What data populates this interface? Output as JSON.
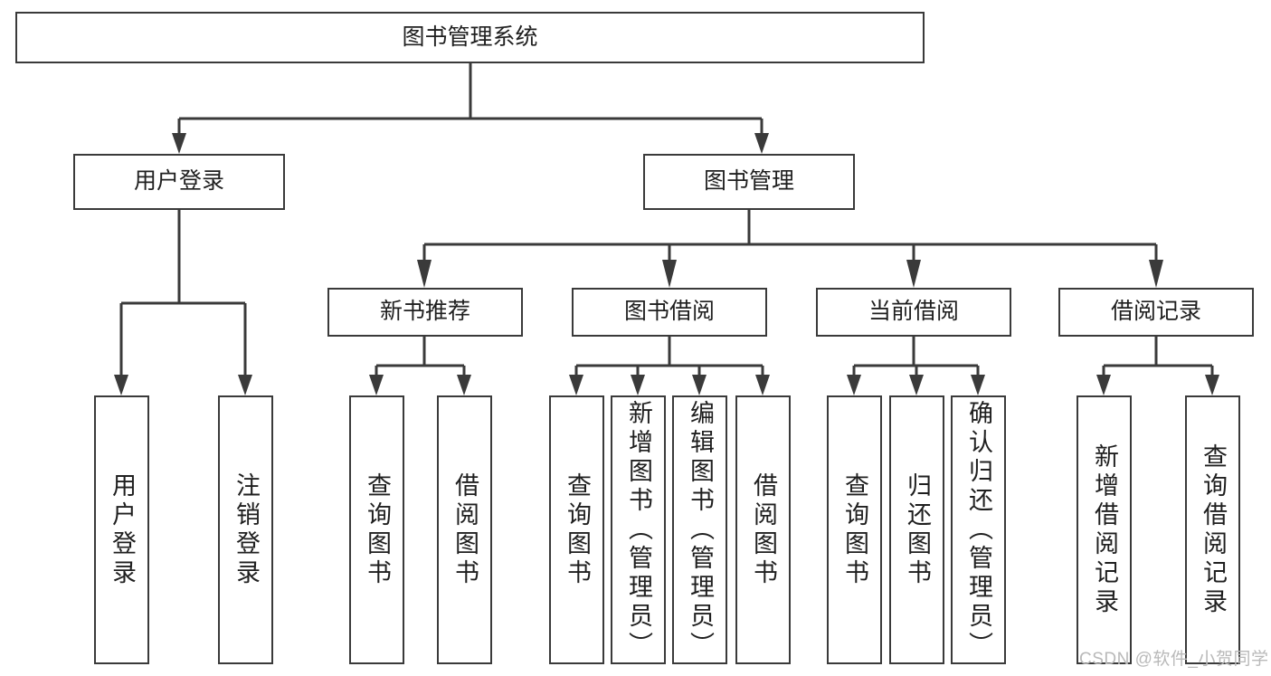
{
  "diagram": {
    "type": "tree-hierarchy",
    "title": "图书管理系统",
    "orientation": "top-down",
    "colors": {
      "box_border": "#3a3a3a",
      "box_fill": "#ffffff",
      "connector": "#3a3a3a",
      "text": "#1f1f1f",
      "watermark": "#b9b9b9"
    },
    "root": {
      "id": "root",
      "label": "图书管理系统"
    },
    "level1": [
      {
        "id": "user-login",
        "label": "用户登录"
      },
      {
        "id": "book-manage",
        "label": "图书管理"
      }
    ],
    "level2": [
      {
        "id": "new-book-rec",
        "label": "新书推荐",
        "parent": "book-manage"
      },
      {
        "id": "book-borrow",
        "label": "图书借阅",
        "parent": "book-manage"
      },
      {
        "id": "current-borrow",
        "label": "当前借阅",
        "parent": "book-manage"
      },
      {
        "id": "borrow-record",
        "label": "借阅记录",
        "parent": "book-manage"
      }
    ],
    "leaves": [
      {
        "id": "leaf-user-login",
        "label": "用户登录",
        "parent": "user-login"
      },
      {
        "id": "leaf-logout",
        "label": "注销登录",
        "parent": "user-login"
      },
      {
        "id": "leaf-query-book-1",
        "label": "查询图书",
        "parent": "new-book-rec"
      },
      {
        "id": "leaf-borrow-book-1",
        "label": "借阅图书",
        "parent": "new-book-rec"
      },
      {
        "id": "leaf-query-book-2",
        "label": "查询图书",
        "parent": "book-borrow"
      },
      {
        "id": "leaf-add-book",
        "label": "新增图书（管理员）",
        "parent": "book-borrow"
      },
      {
        "id": "leaf-edit-book",
        "label": "编辑图书（管理员）",
        "parent": "book-borrow"
      },
      {
        "id": "leaf-borrow-book-2",
        "label": "借阅图书",
        "parent": "book-borrow"
      },
      {
        "id": "leaf-query-book-3",
        "label": "查询图书",
        "parent": "current-borrow"
      },
      {
        "id": "leaf-return-book",
        "label": "归还图书",
        "parent": "current-borrow"
      },
      {
        "id": "leaf-confirm-return",
        "label": "确认归还（管理员）",
        "parent": "current-borrow"
      },
      {
        "id": "leaf-add-record",
        "label": "新增借阅记录",
        "parent": "borrow-record"
      },
      {
        "id": "leaf-query-record",
        "label": "查询借阅记录",
        "parent": "borrow-record"
      }
    ]
  },
  "watermark": {
    "text": "CSDN @软件_小贺同学"
  }
}
